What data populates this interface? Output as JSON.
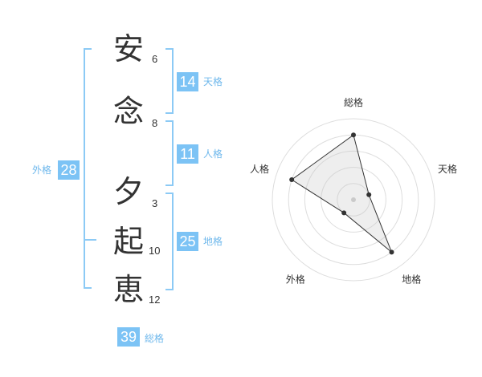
{
  "name_chars": [
    {
      "char": "安",
      "strokes": "6"
    },
    {
      "char": "念",
      "strokes": "8"
    },
    {
      "char": "夕",
      "strokes": "3"
    },
    {
      "char": "起",
      "strokes": "10"
    },
    {
      "char": "恵",
      "strokes": "12"
    }
  ],
  "kaku": {
    "tenkaku": {
      "value": "14",
      "label": "天格"
    },
    "jinkaku": {
      "value": "11",
      "label": "人格"
    },
    "chikaku": {
      "value": "25",
      "label": "地格"
    },
    "gaikaku": {
      "value": "28",
      "label": "外格"
    },
    "soukaku": {
      "value": "39",
      "label": "総格"
    }
  },
  "colors": {
    "accent": "#7cc3f5",
    "bracket": "#8ccaf5",
    "text": "#333333"
  },
  "chart_data": {
    "type": "radar",
    "axes": [
      "総格",
      "天格",
      "地格",
      "外格",
      "人格"
    ],
    "levels": 5,
    "values": [
      4,
      1,
      4,
      1,
      4
    ],
    "max": 5
  }
}
